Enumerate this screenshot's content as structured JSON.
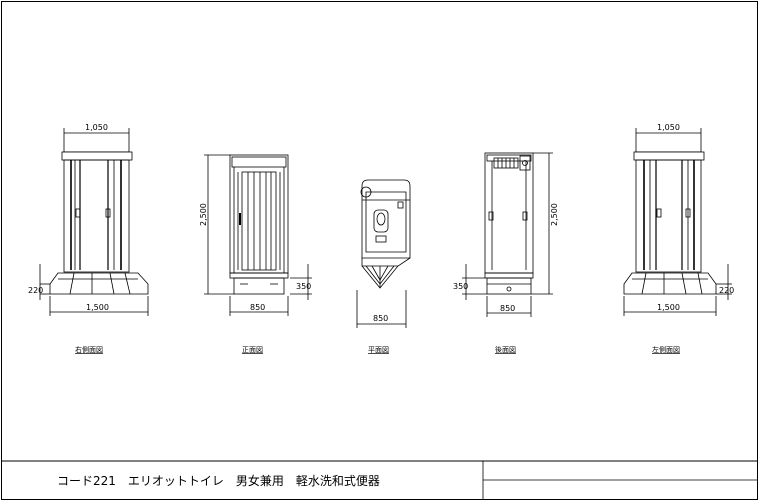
{
  "views": {
    "right_side": {
      "name": "右側面図",
      "width_top": "1,050",
      "width_base": "1,500",
      "base_height": "220"
    },
    "front": {
      "name": "正面図",
      "height": "2,500",
      "width": "850",
      "base_height": "350"
    },
    "plan": {
      "name": "平面図",
      "width": "850"
    },
    "rear": {
      "name": "後面図",
      "height": "2,500",
      "width": "850",
      "base_height": "350"
    },
    "left_side": {
      "name": "左側面図",
      "width_top": "1,050",
      "width_base": "1,500",
      "base_height": "220"
    }
  },
  "title_block": {
    "title": "コード221　エリオットトイレ　男女兼用　軽水洗和式便器"
  }
}
